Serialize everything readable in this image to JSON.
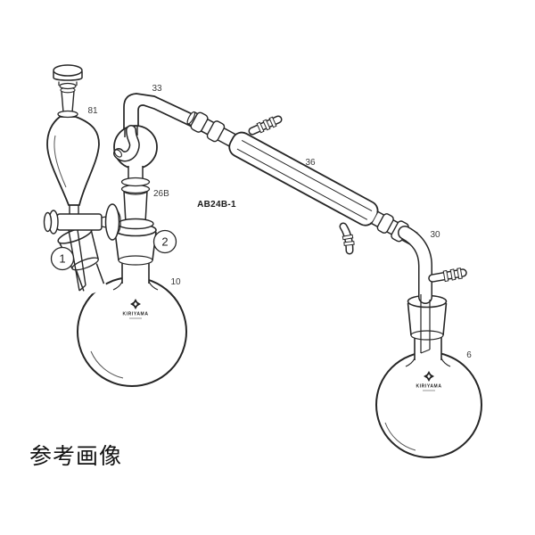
{
  "figure": {
    "caption": "参考画像",
    "product_code": "AB24B-1",
    "brand": "KIRIYAMA",
    "background": "#ffffff",
    "ink_color": "#262626",
    "label_color": "#3a3a3a",
    "parts": {
      "separatory_funnel": "81",
      "bend_tube": "33",
      "trap_joint": "26B",
      "condenser": "36",
      "receiver_adapter": "30",
      "distilling_flask": "10",
      "receiving_flask": "6"
    },
    "markers": {
      "m1": "1",
      "m2": "2"
    }
  }
}
